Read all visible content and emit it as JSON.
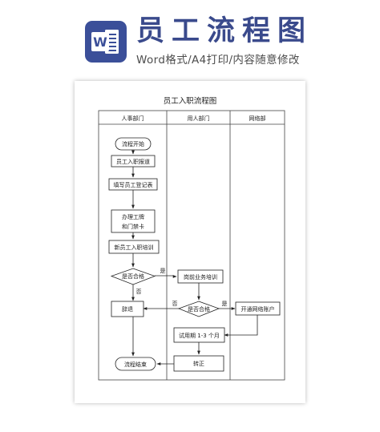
{
  "header": {
    "app_icon": "word-document-icon",
    "app_letter": "W",
    "title": "员工流程图",
    "subtitle": "Word格式/A4打印/内容随意修改"
  },
  "diagram": {
    "title": "员工入职流程图",
    "lanes": [
      "人事部门",
      "用人部门",
      "网络部"
    ],
    "nodes": {
      "start": "流程开始",
      "report": "员工入职报道",
      "fill_form": "填写员工登记表",
      "badge_line1": "办理工牌",
      "badge_line2": "和门禁卡",
      "training": "新员工入职培训",
      "decision1": "是否合格",
      "pre_training": "岗前业务培训",
      "decision2": "是否合格",
      "dismiss": "辞退",
      "network_account": "开通网络账户",
      "probation": "试用期 1-3 个月",
      "regular": "转正",
      "end": "流程结束"
    },
    "edge_labels": {
      "d1_yes": "是",
      "d1_no": "否",
      "d2_yes": "是",
      "d2_no": "否"
    }
  }
}
